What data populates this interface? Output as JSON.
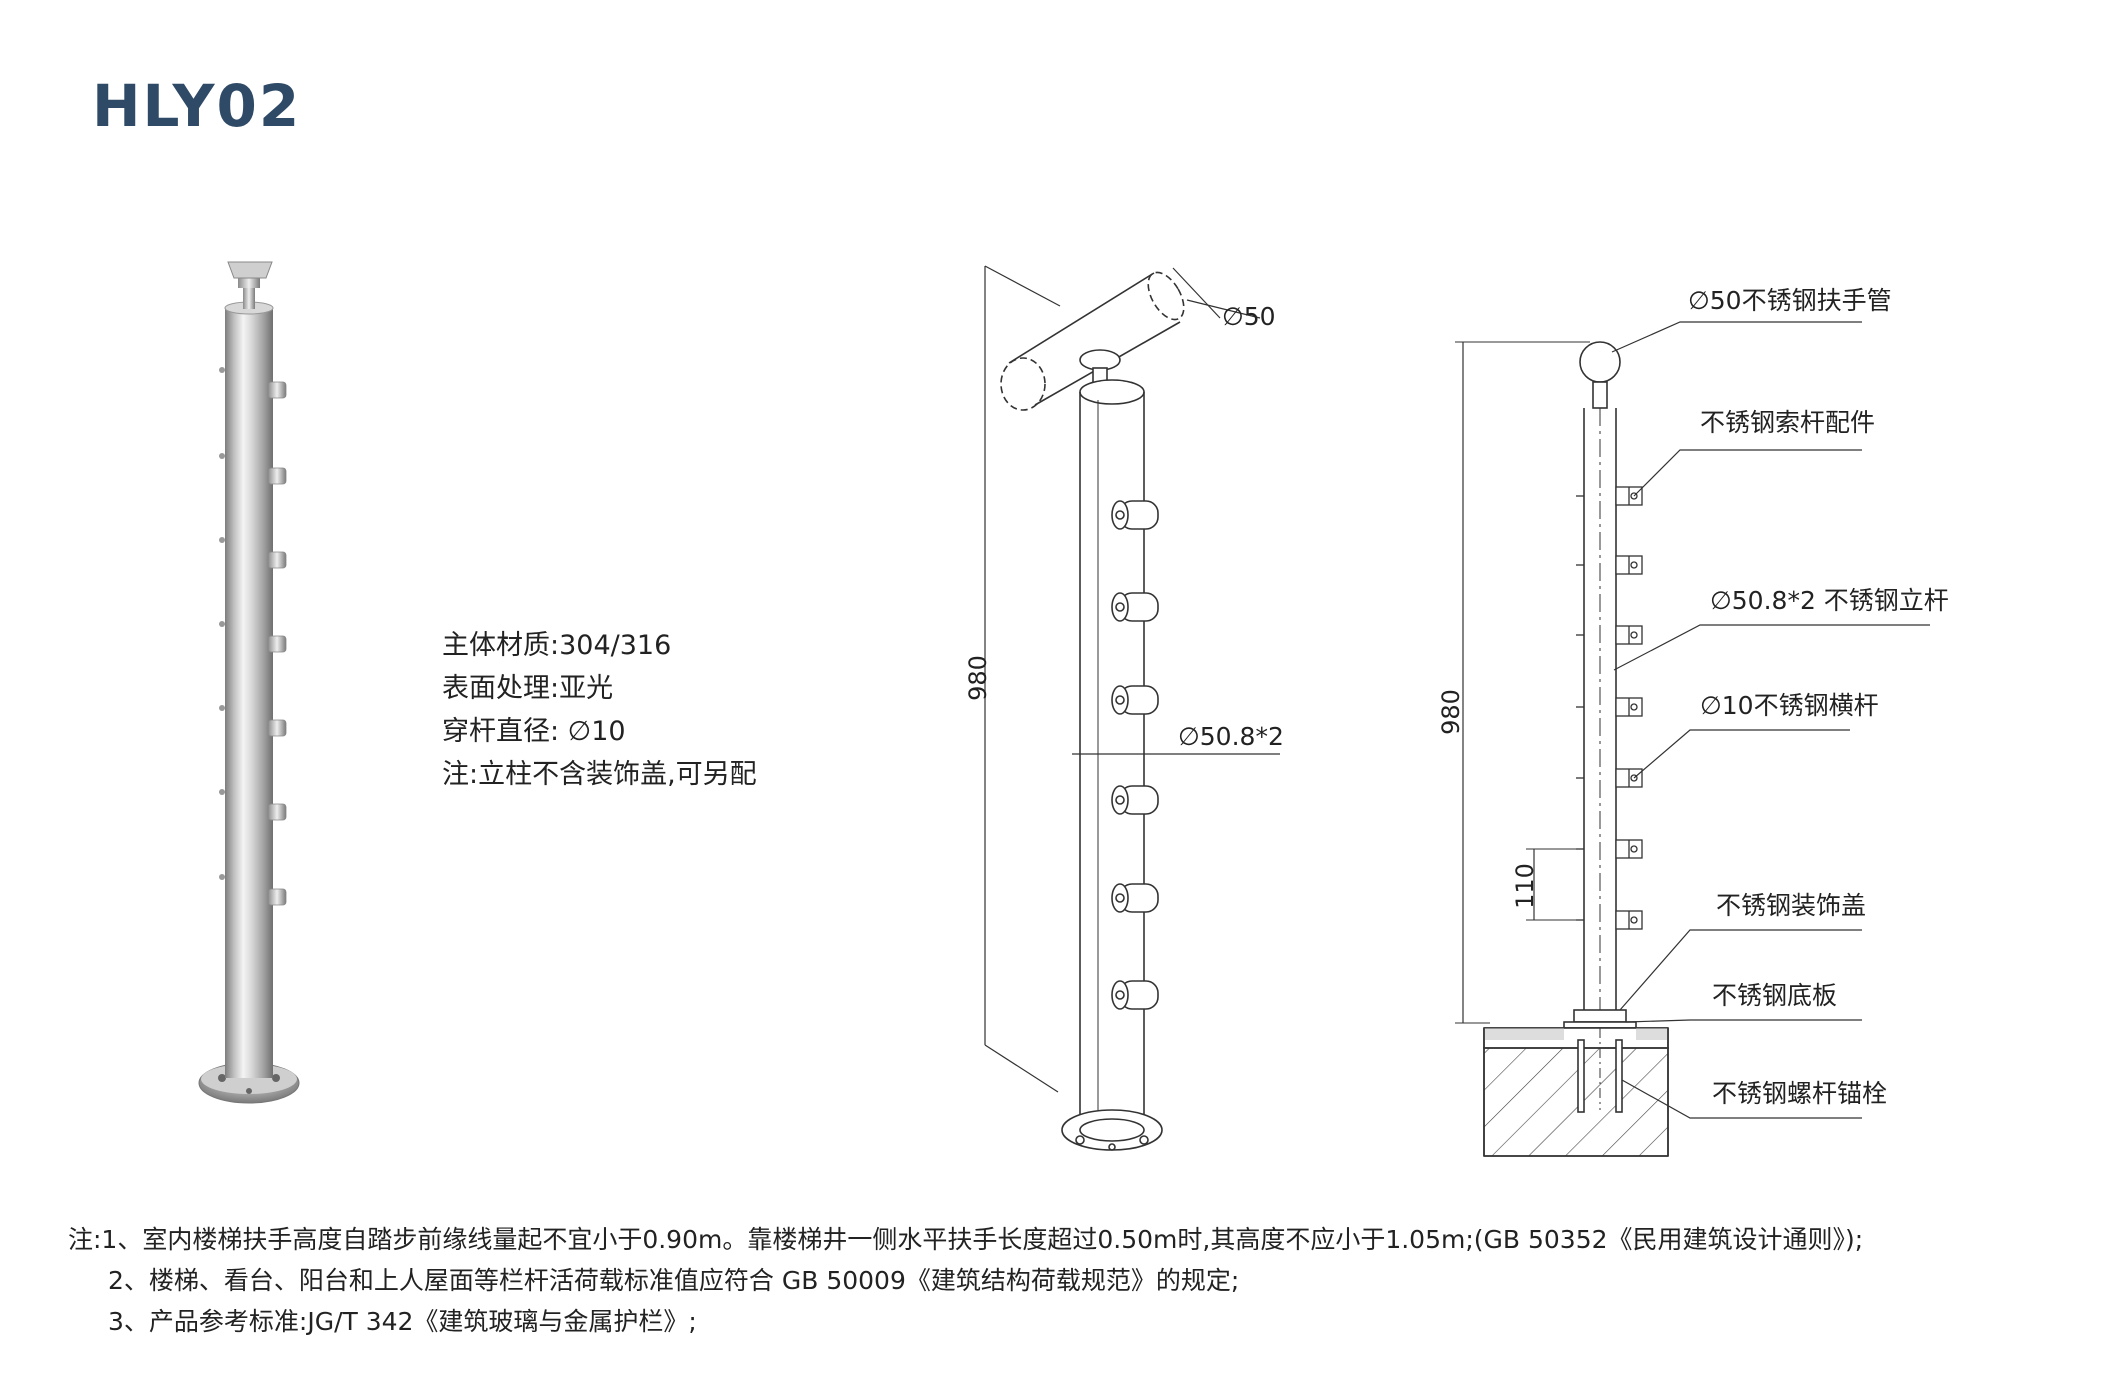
{
  "title": "HLY02",
  "specs": {
    "material": "主体材质:304/316",
    "surface": "表面处理:亚光",
    "rod": "穿杆直径: ∅10",
    "note": "注:立柱不含装饰盖,可另配"
  },
  "drawing3d": {
    "dim_handrail": "∅50",
    "dim_post": "∅50.8*2",
    "dim_height": "980"
  },
  "elevation": {
    "dim_height": "980",
    "dim_spacing": "110",
    "labels": {
      "handrail": "∅50不锈钢扶手管",
      "rod_fitting": "不锈钢索杆配件",
      "post": "∅50.8*2 不锈钢立杆",
      "rail": "∅10不锈钢横杆",
      "cover": "不锈钢装饰盖",
      "base": "不锈钢底板",
      "anchor": "不锈钢螺杆锚栓"
    }
  },
  "notes": {
    "n1": "注:1、室内楼梯扶手高度自踏步前缘线量起不宜小于0.90m。靠楼梯井一侧水平扶手长度超过0.50m时,其高度不应小于1.05m;(GB 50352《民用建筑设计通则》);",
    "n2": "2、楼梯、看台、阳台和上人屋面等栏杆活荷载标准值应符合 GB 50009《建筑结构荷载规范》的规定;",
    "n3": "3、产品参考标准:JG/T 342《建筑玻璃与金属护栏》;"
  },
  "colors": {
    "title": "#2f4a66",
    "line": "#333333",
    "steel_light": "#e6e6e6",
    "steel_dark": "#8f8f8f"
  }
}
